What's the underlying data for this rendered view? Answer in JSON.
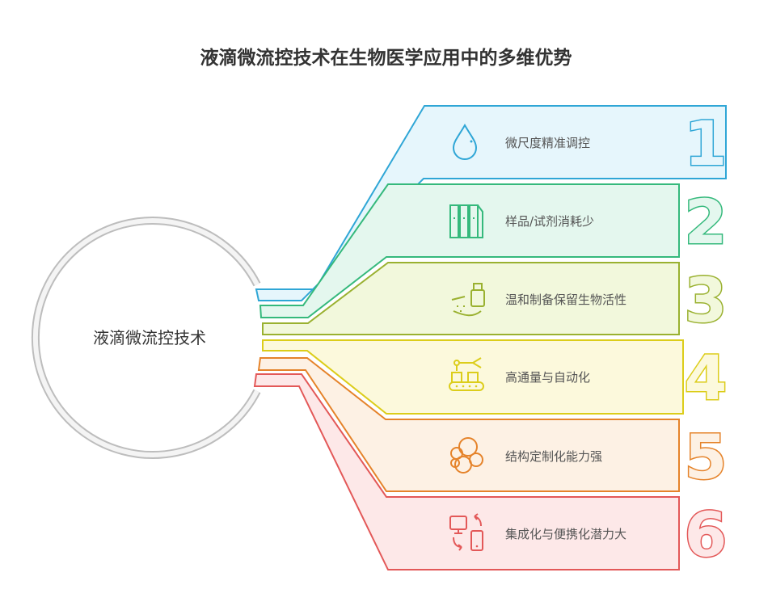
{
  "title": "液滴微流控技术在生物医学应用中的多维优势",
  "center": {
    "label": "液滴微流控技术"
  },
  "items": [
    {
      "number": "1",
      "label": "微尺度精准调控",
      "icon": "droplet-icon",
      "stroke": "#2fa6d6",
      "fill": "#e6f6fc"
    },
    {
      "number": "2",
      "label": "样品/试剂消耗少",
      "icon": "test-tubes-icon",
      "stroke": "#35b97c",
      "fill": "#e4f7ee"
    },
    {
      "number": "3",
      "label": "温和制备保留生物活性",
      "icon": "bottle-pour-icon",
      "stroke": "#9ab130",
      "fill": "#f2f8dc"
    },
    {
      "number": "4",
      "label": "高通量与自动化",
      "icon": "robot-conveyor-icon",
      "stroke": "#dccd1a",
      "fill": "#fcf9dc"
    },
    {
      "number": "5",
      "label": "结构定制化能力强",
      "icon": "bubbles-cluster-icon",
      "stroke": "#e5832a",
      "fill": "#fdf1e4"
    },
    {
      "number": "6",
      "label": "集成化与便携化潜力大",
      "icon": "desktop-mobile-sync-icon",
      "stroke": "#e35858",
      "fill": "#fde8e8"
    }
  ]
}
